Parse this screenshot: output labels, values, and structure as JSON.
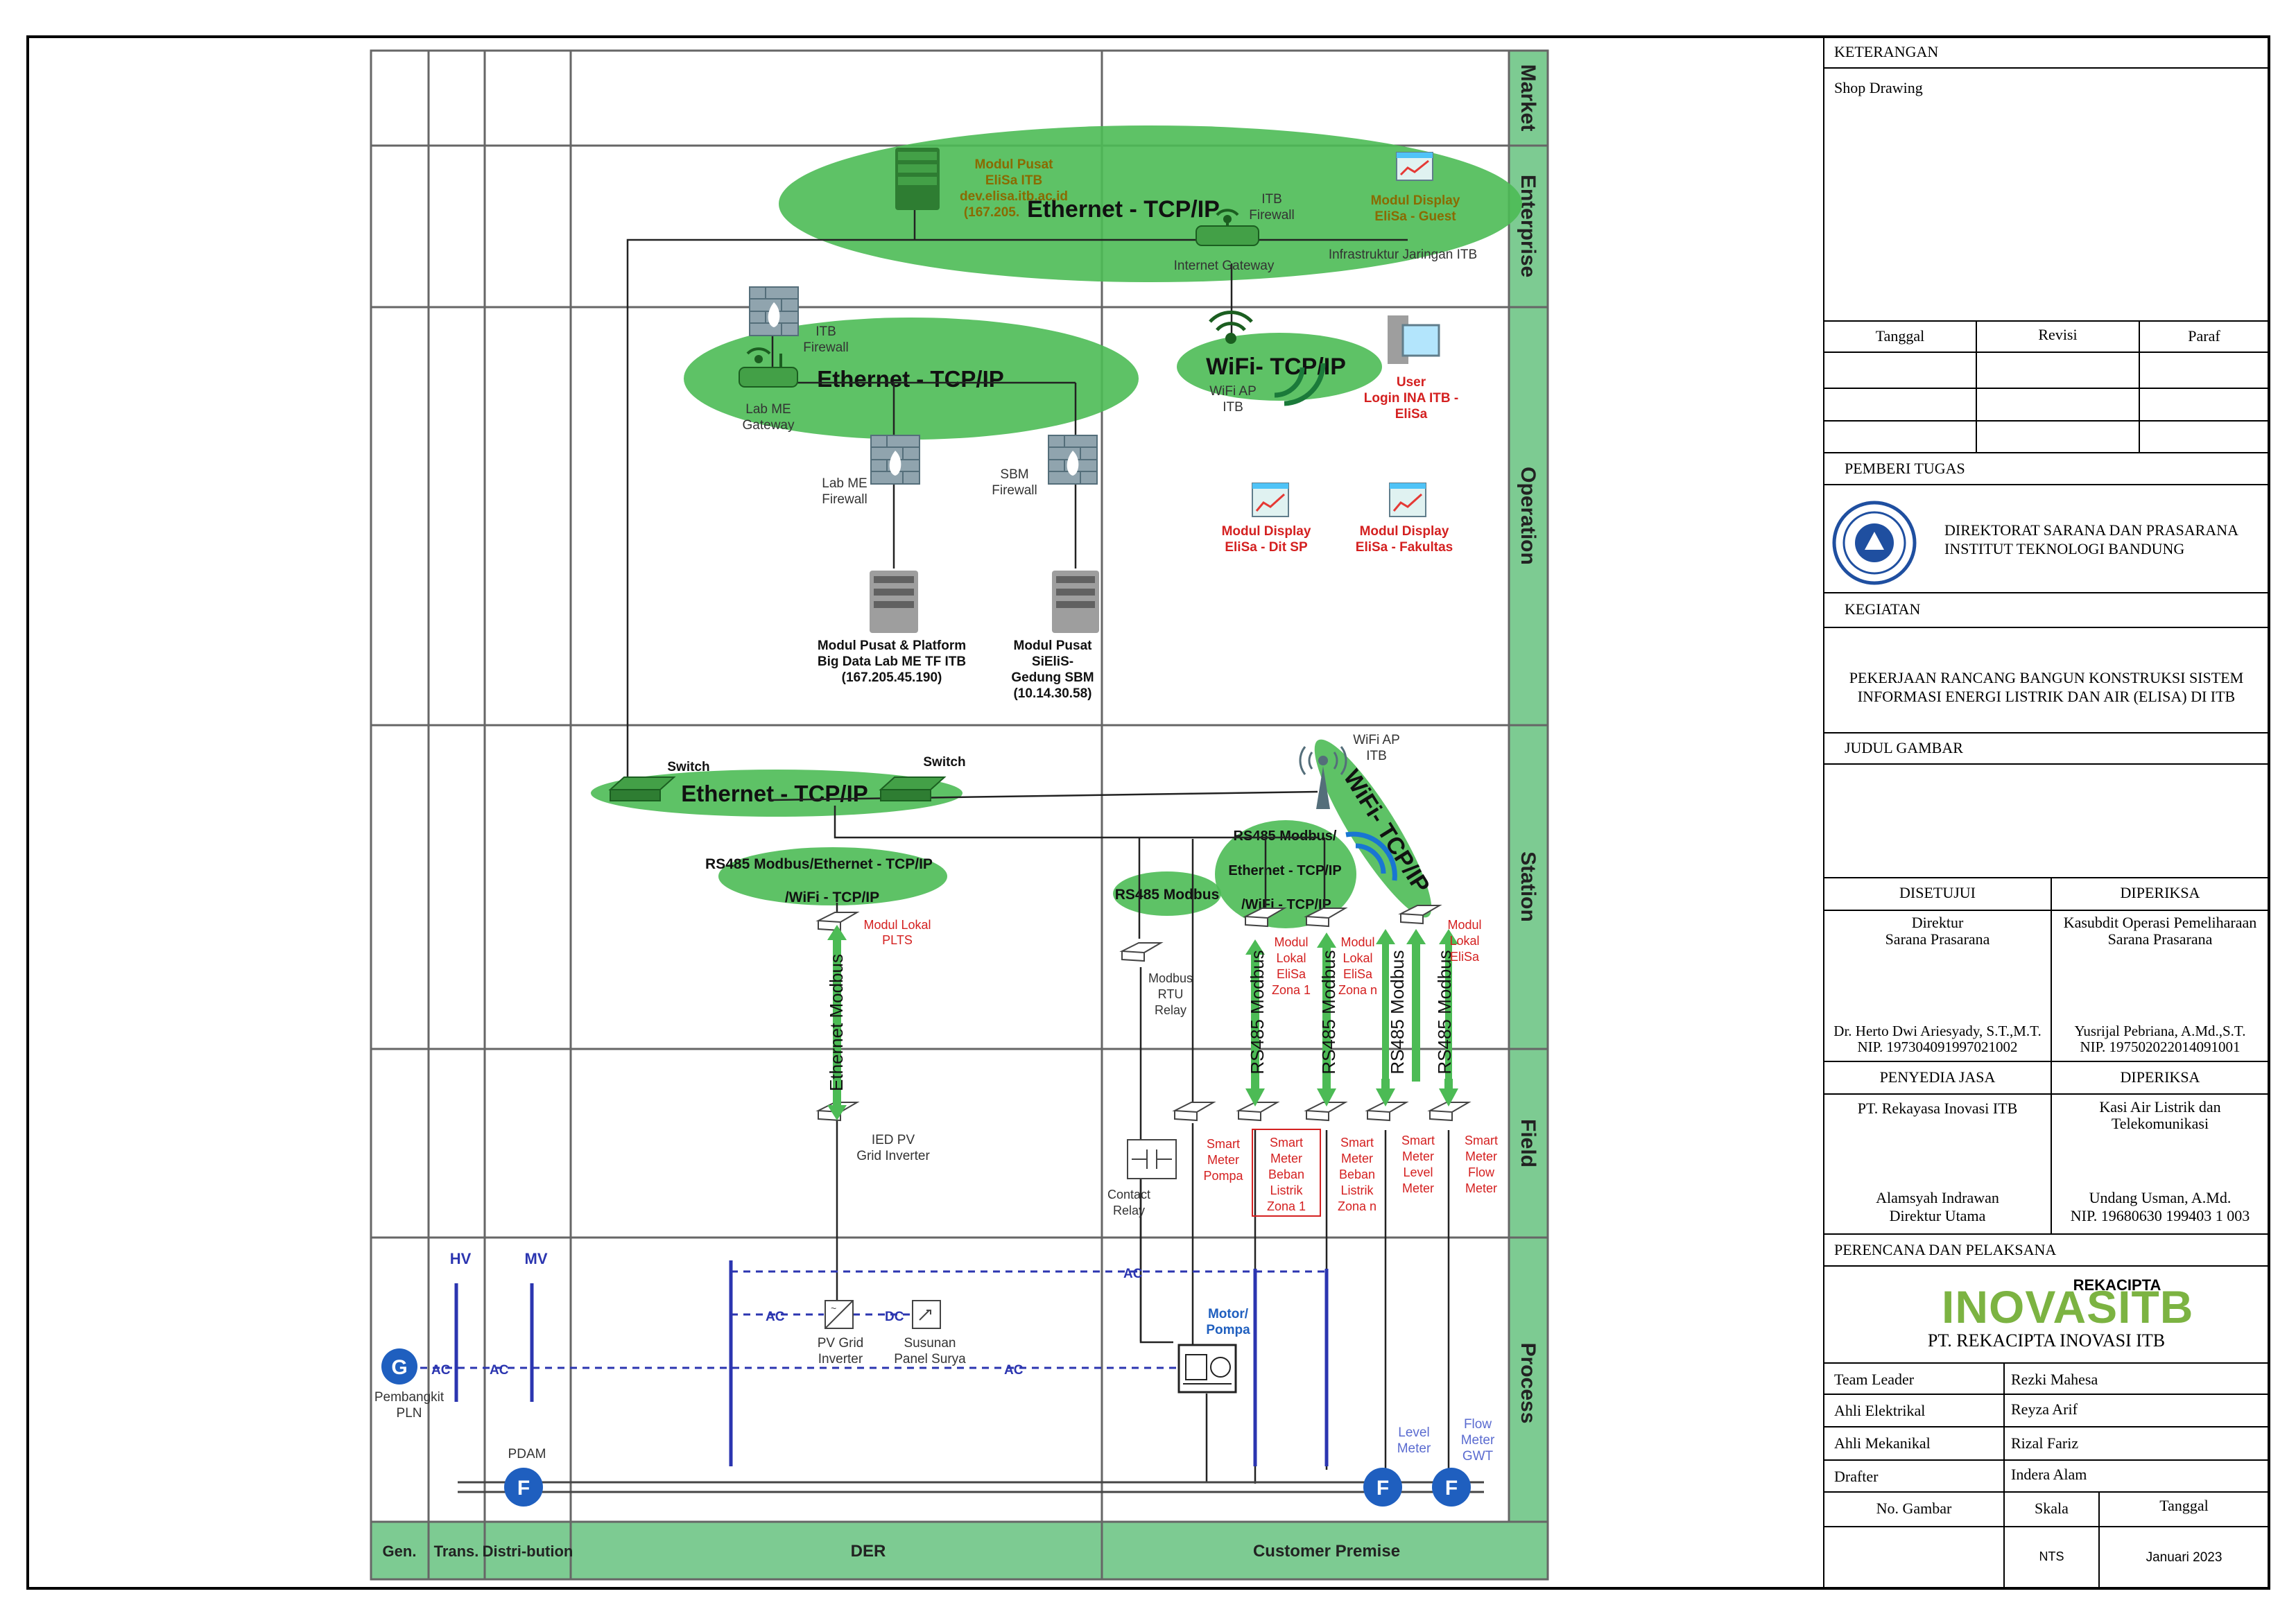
{
  "zones": {
    "rows": [
      "Market",
      "Enterprise",
      "Operation",
      "Station",
      "Field",
      "Process"
    ],
    "columns": [
      "Gen.",
      "Trans.",
      "Distri-bution",
      "DER",
      "Customer Premise"
    ]
  },
  "networks": {
    "enterprise_eth": "Ethernet - TCP/IP",
    "operation_eth": "Ethernet - TCP/IP",
    "operation_wifi": "WiFi- TCP/IP",
    "station_eth": "Ethernet - TCP/IP",
    "station_wifi": "WiFi- TCP/IP",
    "rs485_der_1": "RS485 Modbus/Ethernet - TCP/IP",
    "rs485_der_2": "/WiFi - TCP/IP",
    "rs485_pump": "RS485 Modbus",
    "rs485_cust_1": "RS485 Modbus/",
    "rs485_cust_2": "Ethernet - TCP/IP",
    "rs485_cust_3": "/WiFi - TCP/IP"
  },
  "labels": {
    "modul_pusat_1": "Modul Pusat",
    "modul_pusat_2": "EliSa ITB",
    "modul_pusat_3": "dev.elisa.itb.ac.id",
    "modul_pusat_4": "(167.205.",
    "itb_firewall_ent_1": "ITB",
    "itb_firewall_ent_2": "Firewall",
    "internet_gateway": "Internet Gateway",
    "modul_display_guest_1": "Modul Display",
    "modul_display_guest_2": "EliSa - Guest",
    "infra_itb": "Infrastruktur Jaringan ITB",
    "itb_firewall_op_1": "ITB",
    "itb_firewall_op_2": "Firewall",
    "lab_me_gateway_1": "Lab ME",
    "lab_me_gateway_2": "Gateway",
    "lab_me_firewall_1": "Lab ME",
    "lab_me_firewall_2": "Firewall",
    "sbm_firewall_1": "SBM",
    "sbm_firewall_2": "Firewall",
    "wifi_ap_op_1": "WiFi AP",
    "wifi_ap_op_2": "ITB",
    "user_1": "User",
    "user_2": "Login INA ITB -",
    "user_3": "EliSa",
    "display_ditsp_1": "Modul Display",
    "display_ditsp_2": "EliSa - Dit SP",
    "display_fak_1": "Modul Display",
    "display_fak_2": "EliSa - Fakultas",
    "bigdata_1": "Modul Pusat & Platform",
    "bigdata_2": "Big Data Lab ME TF ITB",
    "bigdata_3": "(167.205.45.190)",
    "sielis_1": "Modul Pusat",
    "sielis_2": "SiEliS-",
    "sielis_3": "Gedung SBM",
    "sielis_4": "(10.14.30.58)",
    "switch_1": "Switch",
    "switch_2": "Switch",
    "wifi_ap_st_1": "WiFi AP",
    "wifi_ap_st_2": "ITB",
    "lokal_plts_1": "Modul Lokal",
    "lokal_plts_2": "PLTS",
    "modbus_rtu_1": "Modbus",
    "modbus_rtu_2": "RTU",
    "modbus_rtu_3": "Relay",
    "lokal_z1_1": "Modul",
    "lokal_z1_2": "Lokal",
    "lokal_z1_3": "EliSa",
    "lokal_z1_4": "Zona 1",
    "lokal_zn_1": "Modul",
    "lokal_zn_2": "Lokal",
    "lokal_zn_3": "EliSa",
    "lokal_zn_4": "Zona n",
    "lokal_elisa_1": "Modul",
    "lokal_elisa_2": "Lokal",
    "lokal_elisa_3": "EliSa",
    "eth_modbus": "Ethernet Modbus",
    "rs485_a": "RS485 Modbus",
    "rs485_b": "RS485 Modbus",
    "rs485_c": "RS485 Modbus",
    "rs485_d": "RS485 Modbus",
    "ied_1": "IED PV",
    "ied_2": "Grid Inverter",
    "contact_1": "Contact",
    "contact_2": "Relay",
    "sm_pompa_1": "Smart",
    "sm_pompa_2": "Meter",
    "sm_pompa_3": "Pompa",
    "sm_z1_1": "Smart",
    "sm_z1_2": "Meter",
    "sm_z1_3": "Beban",
    "sm_z1_4": "Listrik",
    "sm_z1_5": "Zona 1",
    "sm_zn_1": "Smart",
    "sm_zn_2": "Meter",
    "sm_zn_3": "Beban",
    "sm_zn_4": "Listrik",
    "sm_zn_5": "Zona n",
    "sm_level_1": "Smart",
    "sm_level_2": "Meter",
    "sm_level_3": "Level",
    "sm_level_4": "Meter",
    "sm_flow_1": "Smart",
    "sm_flow_2": "Meter",
    "sm_flow_3": "Flow",
    "sm_flow_4": "Meter",
    "hv": "HV",
    "mv": "MV",
    "ac": "AC",
    "dc": "DC",
    "pv_inv_1": "PV Grid",
    "pv_inv_2": "Inverter",
    "panel_1": "Susunan",
    "panel_2": "Panel Surya",
    "motor_1": "Motor/",
    "motor_2": "Pompa",
    "pembangkit_1": "Pembangkit",
    "pembangkit_2": "PLN",
    "pdam": "PDAM",
    "level_meter_1": "Level",
    "level_meter_2": "Meter",
    "flow_gwt_1": "Flow",
    "flow_gwt_2": "Meter",
    "flow_gwt_3": "GWT",
    "g": "G",
    "f": "F"
  },
  "title_block": {
    "keterangan": "KETERANGAN",
    "shop_drawing": "Shop Drawing",
    "tanggal": "Tanggal",
    "revisi": "Revisi",
    "paraf": "Paraf",
    "pemberi_tugas": "PEMBERI TUGAS",
    "owner_1": "DIREKTORAT SARANA DAN PRASARANA",
    "owner_2": "INSTITUT TEKNOLOGI BANDUNG",
    "kegiatan": "KEGIATAN",
    "kegiatan_1": "PEKERJAAN RANCANG BANGUN KONSTRUKSI SISTEM",
    "kegiatan_2": "INFORMASI ENERGI LISTRIK DAN AIR (ELISA) DI ITB",
    "judul_gambar": "JUDUL GAMBAR",
    "disetujui": "DISETUJUI",
    "diperiksa_1": "DIPERIKSA",
    "direktur_1": "Direktur",
    "direktur_2": "Sarana Prasarana",
    "kasubdit_1": "Kasubdit Operasi Pemeliharaan",
    "kasubdit_2": "Sarana Prasarana",
    "nama_1": "Dr. Herto Dwi Ariesyady, S.T.,M.T.",
    "nip_1": "NIP. 197304091997021002",
    "nama_2": "Yusrijal Pebriana, A.Md.,S.T.",
    "nip_2": "NIP. 197502022014091001",
    "penyedia_jasa": "PENYEDIA JASA",
    "diperiksa_2": "DIPERIKSA",
    "penyedia_1": "PT. Rekayasa Inovasi ITB",
    "kasi_1": "Kasi Air Listrik dan",
    "kasi_2": "Telekomunikasi",
    "nama_3": "Alamsyah Indrawan",
    "jabatan_3": "Direktur Utama",
    "nama_4": "Undang Usman, A.Md.",
    "nip_4": "NIP. 19680630 199403 1 003",
    "perencana": "PERENCANA DAN PELAKSANA",
    "logo_top": "REKACIPTA",
    "logo_main": "INOVASITB",
    "company": "PT. REKACIPTA INOVASI ITB",
    "team_leader": "Team Leader",
    "team_leader_name": "Rezki Mahesa",
    "ahli_elektrikal": "Ahli Elektrikal",
    "ahli_elektrikal_name": "Reyza Arif",
    "ahli_mekanikal": "Ahli Mekanikal",
    "ahli_mekanikal_name": "Rizal Fariz",
    "drafter": "Drafter",
    "drafter_name": "Indera Alam",
    "no_gambar": "No. Gambar",
    "skala": "Skala",
    "tanggal_2": "Tanggal",
    "skala_val": "NTS",
    "tanggal_val": "Januari 2023"
  },
  "colors": {
    "zone_fill": "#7dcb92",
    "net_green": "#4cbb55",
    "arrow_green": "#4cbb55",
    "bus_blue": "#2b35b0",
    "label_red": "#d42020",
    "label_olive": "#8a6a00",
    "circle_blue": "#1f5fbf",
    "logo_green": "#7cb342",
    "logo_blue": "#1565c0"
  }
}
